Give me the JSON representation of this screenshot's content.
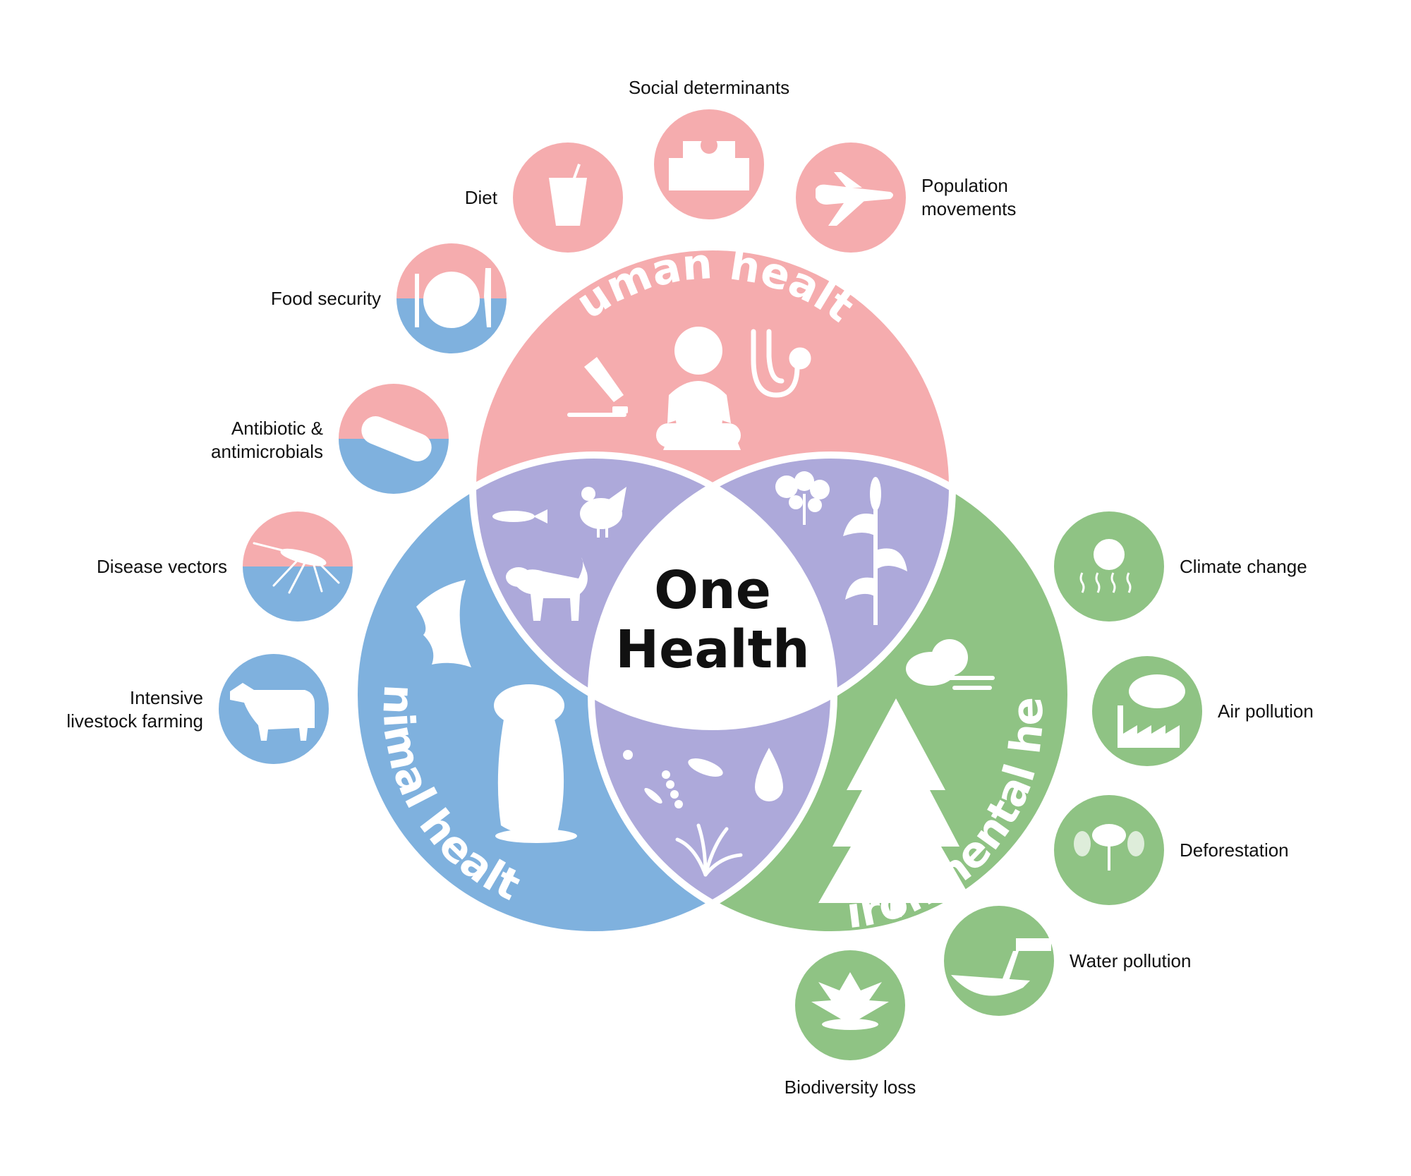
{
  "center": {
    "line1": "One",
    "line2": "Health"
  },
  "circles": {
    "human": {
      "title": "Human health",
      "color": "#F5ACAE"
    },
    "animal": {
      "title": "Animal health",
      "color": "#7FB1DE"
    },
    "environment": {
      "title": "Environmental health",
      "color": "#8FC384"
    },
    "overlap_color": "#ADA9DA"
  },
  "factors": {
    "social_determinants": {
      "label": "Social determinants",
      "icon": "hospital-icon"
    },
    "diet": {
      "label": "Diet",
      "icon": "drink-cup-icon"
    },
    "population_movements": {
      "line1": "Population",
      "line2": "movements",
      "icon": "airplane-icon"
    },
    "food_security": {
      "label": "Food security",
      "icon": "plate-fork-knife-icon"
    },
    "antibiotics": {
      "line1": "Antibiotic &",
      "line2": "antimicrobials",
      "icon": "pill-capsule-icon"
    },
    "disease_vectors": {
      "label": "Disease vectors",
      "icon": "mosquito-icon"
    },
    "livestock": {
      "line1": "Intensive",
      "line2": "livestock farming",
      "icon": "cow-icon"
    },
    "climate_change": {
      "label": "Climate change",
      "icon": "sun-heat-icon"
    },
    "air_pollution": {
      "label": "Air pollution",
      "icon": "factory-smoke-icon"
    },
    "deforestation": {
      "label": "Deforestation",
      "icon": "trees-icon"
    },
    "water_pollution": {
      "label": "Water pollution",
      "icon": "drain-pipe-icon"
    },
    "biodiversity_loss": {
      "label": "Biodiversity loss",
      "icon": "agave-plant-icon"
    }
  }
}
